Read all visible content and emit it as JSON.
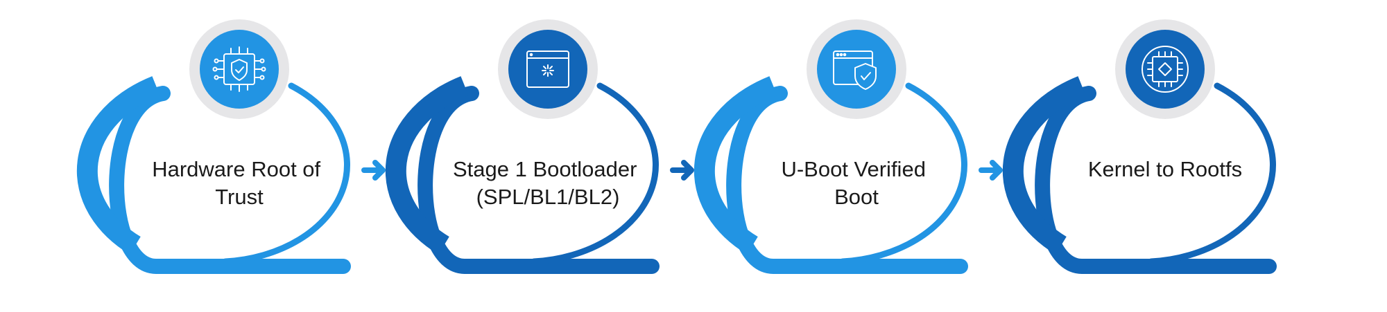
{
  "colors": {
    "light_blue": "#2294e3",
    "dark_blue": "#1266b8",
    "ring_gray": "#e6e6e8",
    "icon_stroke": "#ffffff",
    "text": "#1a1a1a"
  },
  "stages": [
    {
      "lines": [
        "Hardware Root of",
        "Trust"
      ],
      "icon": "chip-shield-icon",
      "color": "light_blue"
    },
    {
      "lines": [
        "Stage 1 Bootloader",
        "(SPL/BL1/BL2)"
      ],
      "icon": "loading-window-icon",
      "color": "dark_blue"
    },
    {
      "lines": [
        "U-Boot Verified",
        "Boot"
      ],
      "icon": "window-shield-check-icon",
      "color": "light_blue"
    },
    {
      "lines": [
        "Kernel to Rootfs"
      ],
      "icon": "processor-chip-icon",
      "color": "dark_blue"
    }
  ]
}
